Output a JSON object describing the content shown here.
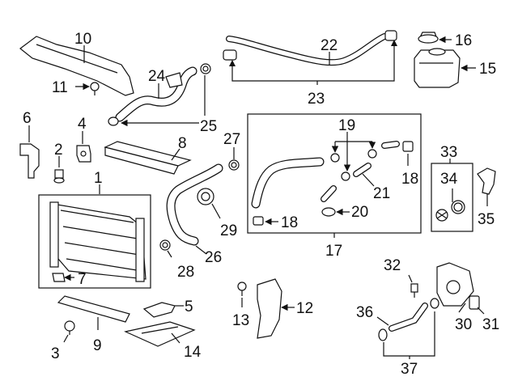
{
  "callouts": {
    "c1": "1",
    "c2": "2",
    "c3": "3",
    "c4": "4",
    "c5": "5",
    "c6": "6",
    "c7": "7",
    "c8": "8",
    "c9": "9",
    "c10": "10",
    "c11": "11",
    "c12": "12",
    "c13": "13",
    "c14": "14",
    "c15": "15",
    "c16": "16",
    "c17": "17",
    "c18a": "18",
    "c18b": "18",
    "c19": "19",
    "c20": "20",
    "c21": "21",
    "c22": "22",
    "c23": "23",
    "c24": "24",
    "c25": "25",
    "c26": "26",
    "c27": "27",
    "c28": "28",
    "c29": "29",
    "c30": "30",
    "c31": "31",
    "c32": "32",
    "c33": "33",
    "c34": "34",
    "c35": "35",
    "c36": "36",
    "c37": "37"
  }
}
